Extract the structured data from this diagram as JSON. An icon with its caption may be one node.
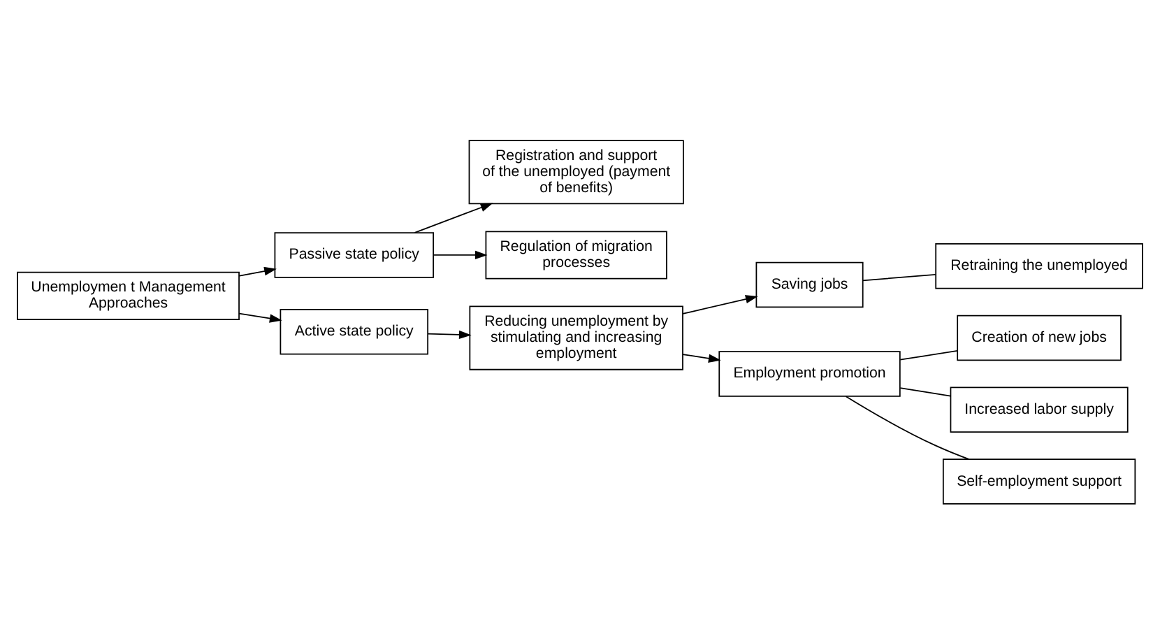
{
  "diagram": {
    "nodes": [
      {
        "text": [
          "Unemploymen t Management Approaches"
        ]
      },
      {
        "text": [
          "Passive state policy"
        ]
      },
      {
        "text": [
          "Registration and support of the unemployed (payment of benefits)"
        ]
      },
      {
        "text": [
          "Regulation of migration processes"
        ]
      },
      {
        "text": [
          "Active state policy"
        ]
      },
      {
        "text": [
          "Reducing unemployment by stimulating and increasing employment"
        ]
      },
      {
        "text": [
          "Saving jobs"
        ]
      },
      {
        "text": [
          "Retraining the unemployed"
        ]
      },
      {
        "text": [
          "Employment promotion"
        ]
      },
      {
        "text": [
          "Creation of new jobs"
        ]
      },
      {
        "text": [
          "Increased labor supply"
        ]
      },
      {
        "text": [
          "Self-employment support"
        ]
      }
    ],
    "edges": [
      {
        "from": 0,
        "to": 1,
        "arrow": "to"
      },
      {
        "from": 0,
        "to": 4,
        "arrow": "to"
      },
      {
        "from": 1,
        "to": 2,
        "arrow": "to"
      },
      {
        "from": 1,
        "to": 3,
        "arrow": "to"
      },
      {
        "from": 4,
        "to": 5,
        "arrow": "to"
      },
      {
        "from": 5,
        "to": 6,
        "arrow": "to"
      },
      {
        "from": 5,
        "to": 8,
        "arrow": "to"
      },
      {
        "from": 6,
        "to": 7,
        "arrow": "none"
      },
      {
        "from": 8,
        "to": 9,
        "arrow": "none"
      },
      {
        "from": 8,
        "to": 11,
        "arrow": "none"
      },
      {
        "from": 8,
        "to": 10,
        "arrow": "none"
      }
    ]
  }
}
